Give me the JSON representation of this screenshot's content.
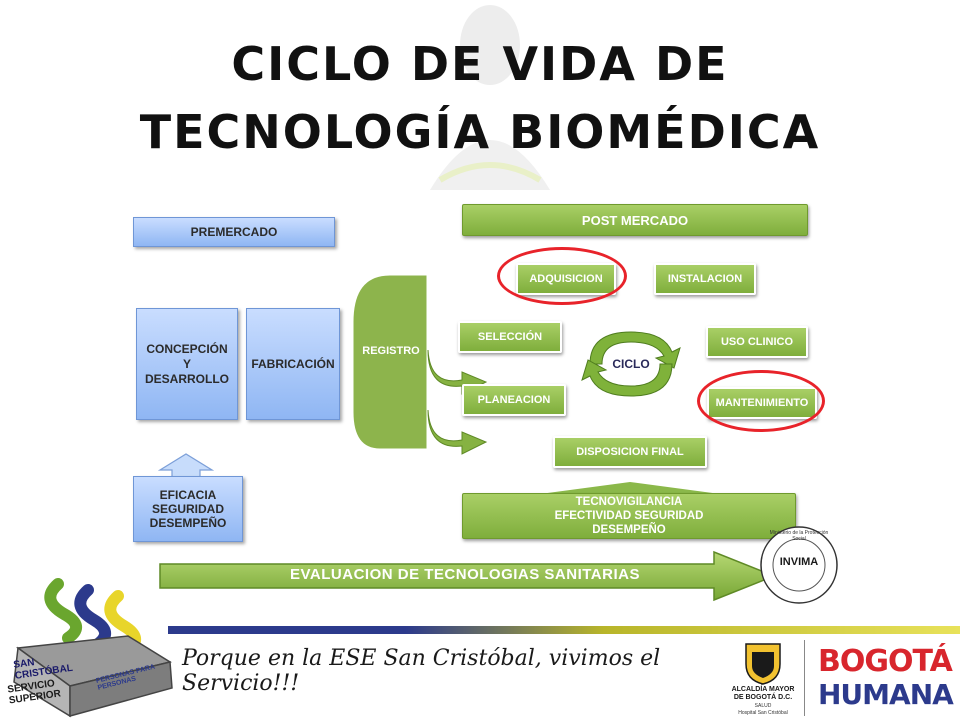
{
  "title": "CICLO DE VIDA DE\nTECNOLOGÍA BIOMÉDICA",
  "premercado": "PREMERCADO",
  "concepcion": "CONCEPCIÓN\nY\nDESARROLLO",
  "fabricacion": "FABRICACIÓN",
  "eficacia": "EFICACIA\nSEGURIDAD\nDESEMPEÑO",
  "post_mercado": "POST MERCADO",
  "registro": "REGISTRO",
  "adquisicion": "ADQUISICION",
  "instalacion": "INSTALACION",
  "seleccion": "SELECCIÓN",
  "ciclo": "CICLO",
  "uso_clinico": "USO CLINICO",
  "planeacion": "PLANEACION",
  "mantenimiento": "MANTENIMIENTO",
  "disposicion_final": "DISPOSICION FINAL",
  "tecnovigilancia": "TECNOVIGILANCIA\nEFECTIVIDAD   SEGURIDAD\nDESEMPEÑO",
  "evaluacion": "EVALUACION DE TECNOLOGIAS SANITARIAS",
  "invima": "INVIMA",
  "seal_text": "Ministerio de la Protección Social",
  "footer": {
    "slogan": "Porque en la ESE San Cristóbal, vivimos el Servicio!!!",
    "logo_line1": "SAN CRISTÓBAL",
    "logo_line2": "SERVICIO SUPERIOR",
    "logo_ribbon": "PERSONAS PARA PERSONAS",
    "alcaldia": "ALCALDÍA MAYOR\nDE BOGOTÁ D.C.",
    "salud": "SALUD",
    "hospital": "Hospital San Cristóbal",
    "bogota": "BOGOTÁ",
    "humana": "HUMANA"
  },
  "colors": {
    "green": "#8bb84a",
    "blue": "#a9c8f7",
    "red_ring": "#e8232a",
    "olive": "#b8b52a"
  }
}
